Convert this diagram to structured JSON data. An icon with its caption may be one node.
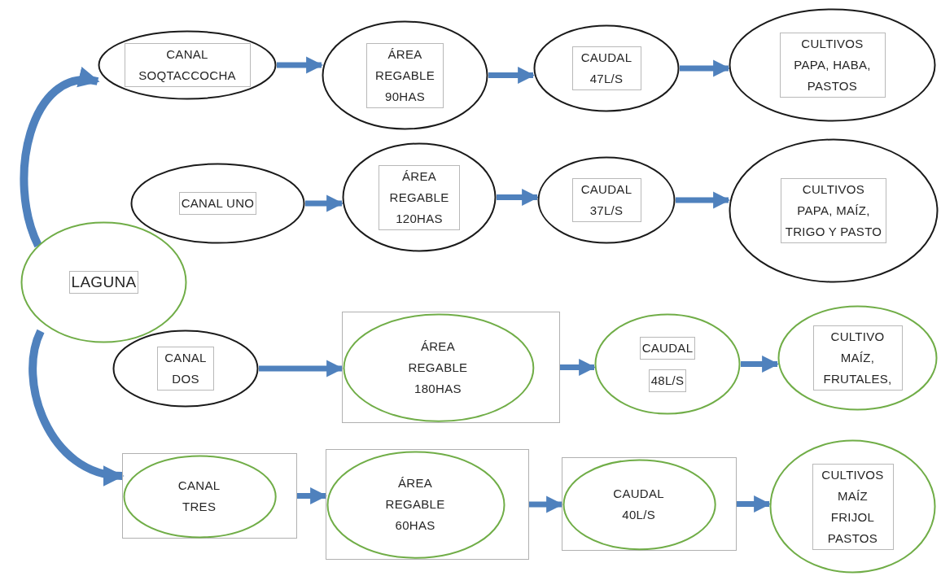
{
  "diagram": {
    "nodes": [
      {
        "text": [
          "LAGUNA"
        ]
      },
      {
        "text": [
          "CANAL SOQTACCOCHA"
        ]
      },
      {
        "text": [
          "ÁREA REGABLE 90HAS"
        ]
      },
      {
        "text": [
          "CAUDAL 47L/S"
        ]
      },
      {
        "text": [
          "CULTIVOS PAPA, HABA, PASTOS"
        ]
      },
      {
        "text": [
          "CANAL UNO"
        ]
      },
      {
        "text": [
          "ÁREA REGABLE 120HAS"
        ]
      },
      {
        "text": [
          "CAUDAL 37L/S"
        ]
      },
      {
        "text": [
          "CULTIVOS PAPA, MAÍZ, TRIGO Y PASTO"
        ]
      },
      {
        "text": [
          "CANAL DOS"
        ]
      },
      {
        "text": [
          "ÁREA REGABLE 180HAS"
        ]
      },
      {
        "text": [
          "CAUDAL",
          "48L/S"
        ]
      },
      {
        "text": [
          "CULTIVO MAÍZ, FRUTALES,"
        ]
      },
      {
        "text": [
          "CANAL TRES"
        ]
      },
      {
        "text": [
          "ÁREA REGABLE 60HAS"
        ]
      },
      {
        "text": [
          "CAUDAL 40L/S"
        ]
      },
      {
        "text": [
          "CULTIVOS MAÍZ FRIJOL PASTOS"
        ]
      }
    ],
    "edges": [
      {
        "from": 0,
        "to": 1,
        "arrow": "to"
      },
      {
        "from": 0,
        "to": 13,
        "arrow": "to"
      },
      {
        "from": 1,
        "to": 2,
        "arrow": "to"
      },
      {
        "from": 2,
        "to": 3,
        "arrow": "to"
      },
      {
        "from": 3,
        "to": 4,
        "arrow": "to"
      },
      {
        "from": 5,
        "to": 6,
        "arrow": "to"
      },
      {
        "from": 6,
        "to": 7,
        "arrow": "to"
      },
      {
        "from": 7,
        "to": 8,
        "arrow": "to"
      },
      {
        "from": 9,
        "to": 10,
        "arrow": "to"
      },
      {
        "from": 10,
        "to": 11,
        "arrow": "to"
      },
      {
        "from": 11,
        "to": 12,
        "arrow": "to"
      },
      {
        "from": 13,
        "to": 14,
        "arrow": "to"
      },
      {
        "from": 14,
        "to": 15,
        "arrow": "to"
      },
      {
        "from": 15,
        "to": 16,
        "arrow": "to"
      }
    ]
  }
}
